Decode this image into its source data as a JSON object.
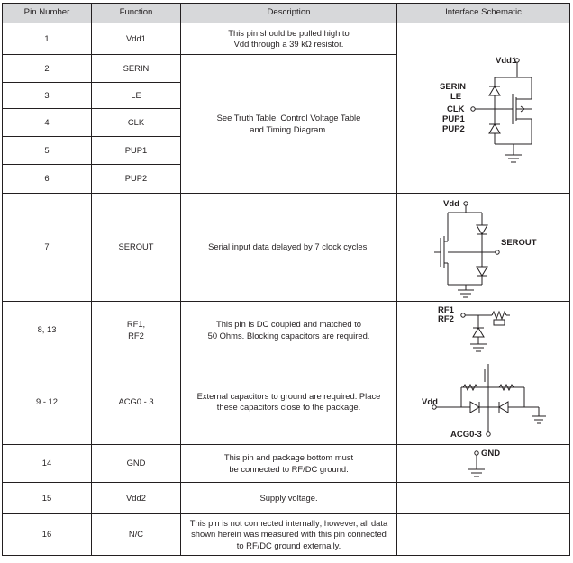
{
  "headers": {
    "pin_number": "Pin Number",
    "function": "Function",
    "description": "Description",
    "interface_schematic": "Interface Schematic"
  },
  "rows": [
    {
      "pin": "1",
      "function": "Vdd1",
      "description": "This pin should be pulled high to\nVdd through a 39 kΩ resistor."
    },
    {
      "pin": "2",
      "function": "SERIN",
      "description": "See Truth Table, Control Voltage Table\nand Timing Diagram."
    },
    {
      "pin": "3",
      "function": "LE"
    },
    {
      "pin": "4",
      "function": "CLK"
    },
    {
      "pin": "5",
      "function": "PUP1"
    },
    {
      "pin": "6",
      "function": "PUP2"
    },
    {
      "pin": "7",
      "function": "SEROUT",
      "description": "Serial input data delayed by 7 clock cycles."
    },
    {
      "pin": "8, 13",
      "function": "RF1,\nRF2",
      "description": "This pin is DC coupled and matched to\n50 Ohms. Blocking capacitors are required."
    },
    {
      "pin": "9 - 12",
      "function": "ACG0 - 3",
      "description": "External capacitors to ground are required. Place\nthese capacitors close to the package."
    },
    {
      "pin": "14",
      "function": "GND",
      "description": "This pin and package bottom must\nbe connected to RF/DC ground."
    },
    {
      "pin": "15",
      "function": "Vdd2",
      "description": "Supply voltage."
    },
    {
      "pin": "16",
      "function": "N/C",
      "description": "This pin is not connected internally; however, all data\nshown herein was measured with this pin connected\nto RF/DC ground externally."
    }
  ],
  "schematics": {
    "digital_in": {
      "vdd": "Vdd1",
      "pins": [
        "SERIN",
        "LE",
        "CLK",
        "PUP1",
        "PUP2"
      ]
    },
    "serout": {
      "vdd": "Vdd",
      "out": "SEROUT"
    },
    "rf": {
      "pins": [
        "RF1",
        "RF2"
      ]
    },
    "acg": {
      "vdd": "Vdd",
      "pin": "ACG0-3"
    },
    "gnd": {
      "pin": "GND"
    }
  }
}
